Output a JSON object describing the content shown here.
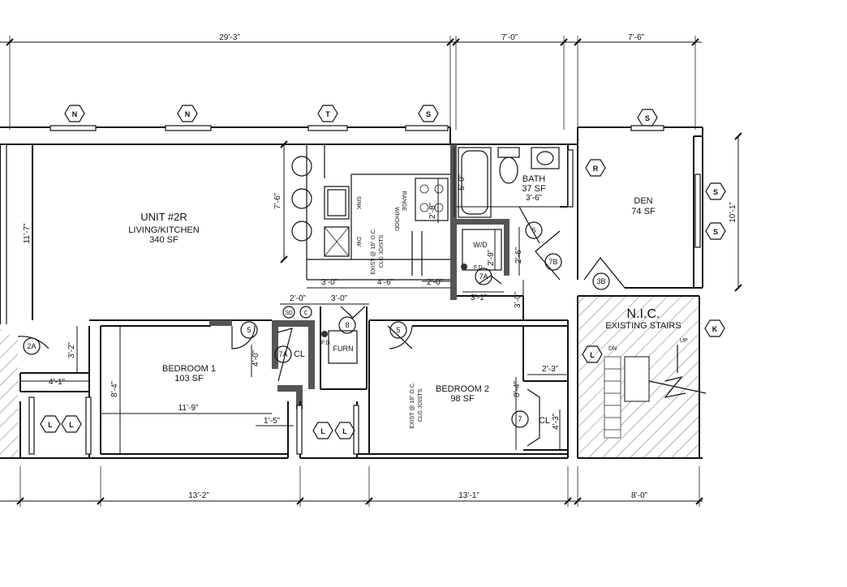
{
  "dimensions": {
    "top_overall": "29’-3”",
    "top_bath": "7’-0”",
    "top_den": "7’-6”",
    "left_height": "11’-7”",
    "kitchen_counter_h": "7’-6”",
    "sink_w": "3’-0”",
    "range_w": "4’-6”",
    "wd_w": "2’-0”",
    "bath_tub": "5’-0”",
    "bath_w": "3’-6”",
    "range_depth": "2’-8”",
    "wd_h": "2’-9”",
    "wd_bottom": "3’-1”",
    "wd_side": "2’-6”",
    "den_height": "10’-1”",
    "hall_left": "2’-0”",
    "hall_right": "3’-0”",
    "hall_drop": "3’-0”",
    "left_small": "3’-2”",
    "left_width": "4’-1”",
    "cl_height": "4’-0”",
    "bed1_height": "8’-4”",
    "bed1_inner": "11’-9”",
    "cl_gap": "1’-5”",
    "bed1_bottom": "13’-2”",
    "bed2_bottom": "13’-1”",
    "stairs_bottom": "8’-0”",
    "bed2_height": "8’-4”",
    "cl2_w": "2’-3”",
    "cl2_h": "4’-3”"
  },
  "rooms": {
    "unit_label": "UNIT #2R",
    "living_name": "LIVING/KITCHEN",
    "living_area": "340 SF",
    "bath_name": "BATH",
    "bath_area": "37 SF",
    "den_name": "DEN",
    "den_area": "74 SF",
    "bed1_name": "BEDROOM 1",
    "bed1_area": "103 SF",
    "bed2_name": "BEDROOM 2",
    "bed2_area": "98 SF",
    "nic_title": "N.I.C.",
    "nic_sub": "EXISTING STAIRS",
    "closet1": "CL",
    "closet2": "CL",
    "furnace": "FURN",
    "washer_dryer": "W/D"
  },
  "notes": {
    "sink": "SINK",
    "dw": "DW",
    "range": "RANGE",
    "hood": "W/HOOD",
    "joists_text_1": "EXIST @ 16” O.C.",
    "joists_text_2": "CLG JOISTS",
    "sd": "SD",
    "c": "C",
    "fd": "F.D.",
    "up": "UP",
    "dn": "DN"
  },
  "tags": {
    "window_n1": "N",
    "window_n2": "N",
    "window_t": "T",
    "window_s1": "S",
    "window_s2": "S",
    "window_s3": "S",
    "window_s4": "S",
    "window_r": "R",
    "window_k": "K",
    "window_l1": "L",
    "window_l2": "L",
    "window_l3": "L",
    "window_l4": "L",
    "window_l5": "L",
    "door_2a": "2A",
    "door_5a": "5",
    "door_5b": "5",
    "door_6": "6",
    "door_7a_1": "7A",
    "door_7a_2": "7A",
    "door_7b": "7B",
    "door_3b": "3B",
    "door_8": "8",
    "door_7": "7"
  }
}
